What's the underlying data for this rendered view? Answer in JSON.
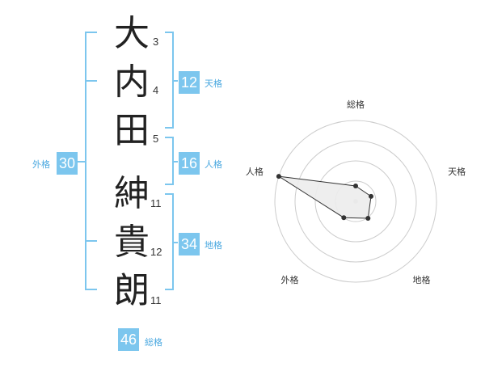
{
  "name": {
    "chars": [
      {
        "kanji": "大",
        "strokes": "3"
      },
      {
        "kanji": "内",
        "strokes": "4"
      },
      {
        "kanji": "田",
        "strokes": "5"
      },
      {
        "kanji": "紳",
        "strokes": "11"
      },
      {
        "kanji": "貴",
        "strokes": "12"
      },
      {
        "kanji": "朗",
        "strokes": "11"
      }
    ]
  },
  "kakusu": {
    "tenkaku": {
      "value": "12",
      "label": "天格"
    },
    "jinkaku": {
      "value": "16",
      "label": "人格"
    },
    "chikaku": {
      "value": "34",
      "label": "地格"
    },
    "gaikaku": {
      "value": "30",
      "label": "外格"
    },
    "soukaku": {
      "value": "46",
      "label": "総格"
    }
  },
  "radar": {
    "axes": [
      "総格",
      "天格",
      "地格",
      "外格",
      "人格"
    ],
    "values": [
      0.19,
      0.2,
      0.26,
      0.25,
      1.0
    ],
    "colors": {
      "fill": "#ececec",
      "line": "#333333",
      "grid": "#cccccc",
      "dot": "#333333"
    }
  },
  "colors": {
    "accent": "#7cc6ee",
    "accent_text": "#4aa8e0"
  }
}
